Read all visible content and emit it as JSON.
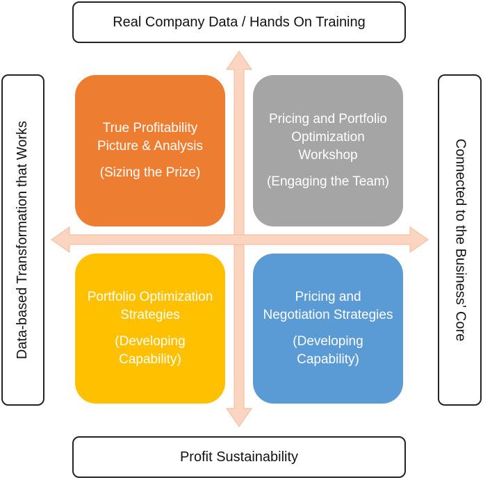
{
  "axes": {
    "top": "Real Company Data / Hands On Training",
    "bottom": "Profit Sustainability",
    "left": "Data-based Transformation that Works",
    "right": "Connected to the Business’ Core"
  },
  "quadrants": {
    "top_left": {
      "title": "True Profitability Picture & Analysis",
      "subtitle": "(Sizing the Prize)",
      "color": "#ed7d31"
    },
    "top_right": {
      "title": "Pricing and Portfolio Optimization Workshop",
      "subtitle": "(Engaging the Team)",
      "color": "#a5a5a5"
    },
    "bottom_left": {
      "title": "Portfolio Optimization Strategies",
      "subtitle": "(Developing Capability)",
      "color": "#ffc000"
    },
    "bottom_right": {
      "title": "Pricing and Negotiation Strategies",
      "subtitle": "(Developing Capability)",
      "color": "#5b9bd5"
    }
  },
  "arrow_color": "#f8cbad"
}
